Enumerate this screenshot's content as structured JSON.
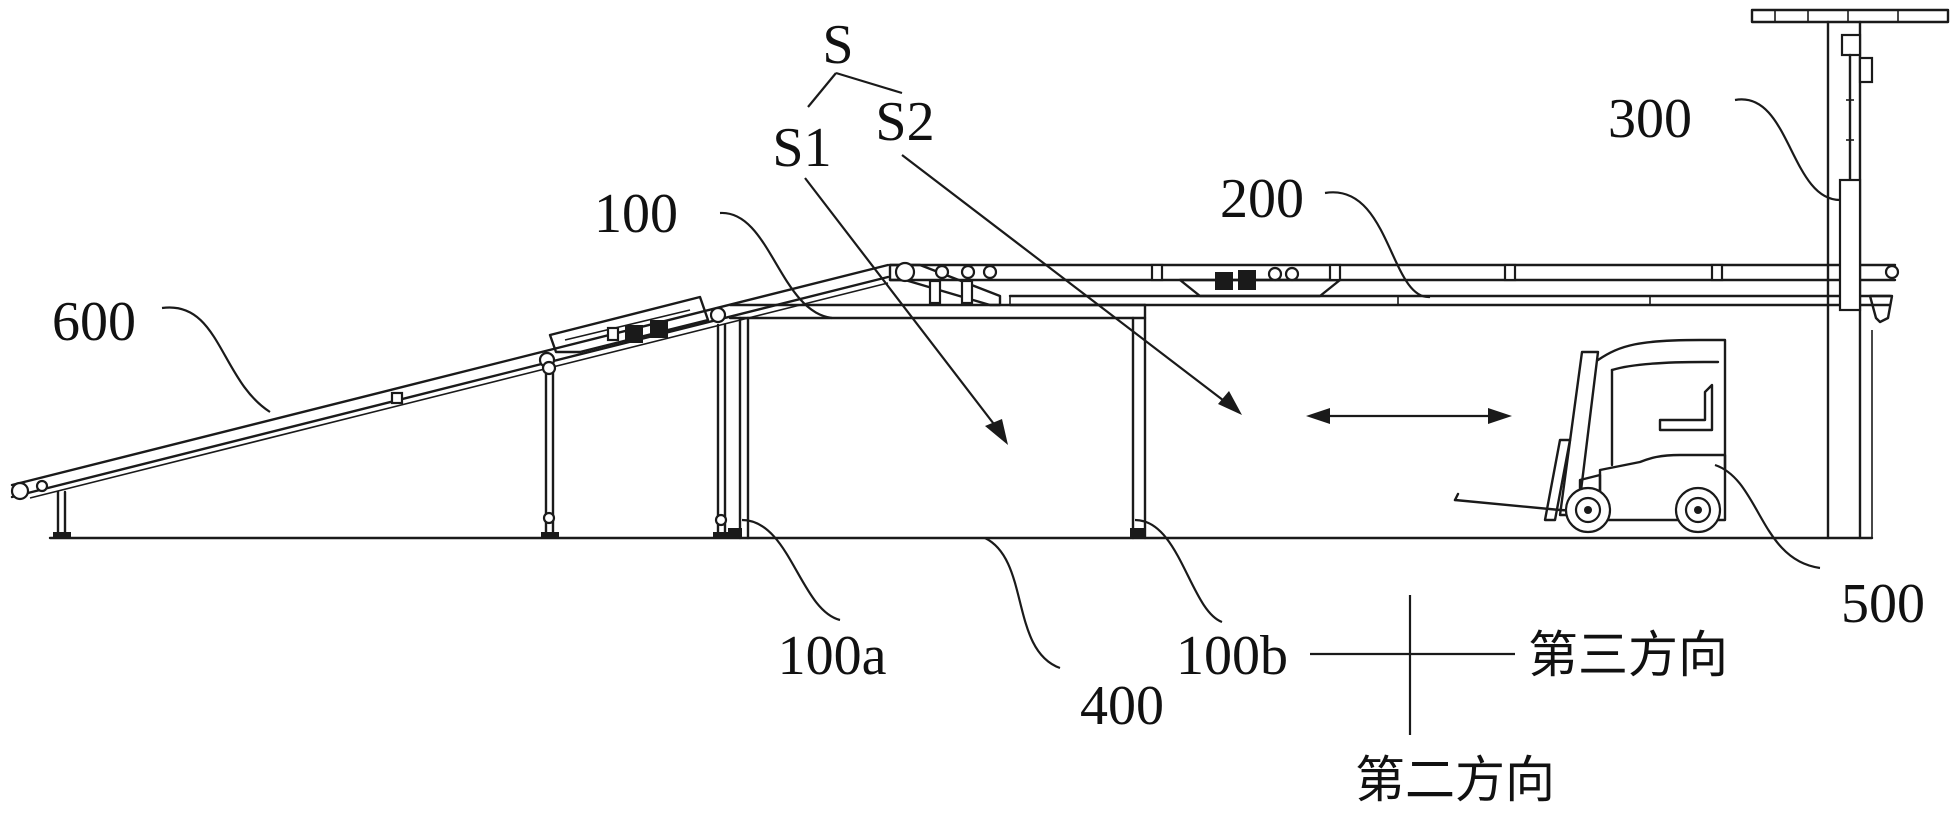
{
  "labels": {
    "S": "S",
    "S1": "S1",
    "S2": "S2",
    "conveyor_100": "100",
    "leg_100a": "100a",
    "leg_100b": "100b",
    "conveyor_200": "200",
    "hoist_300": "300",
    "floor_400": "400",
    "forklift_500": "500",
    "ramp_600": "600"
  },
  "directions": {
    "second": "第二方向",
    "third": "第三方向"
  }
}
